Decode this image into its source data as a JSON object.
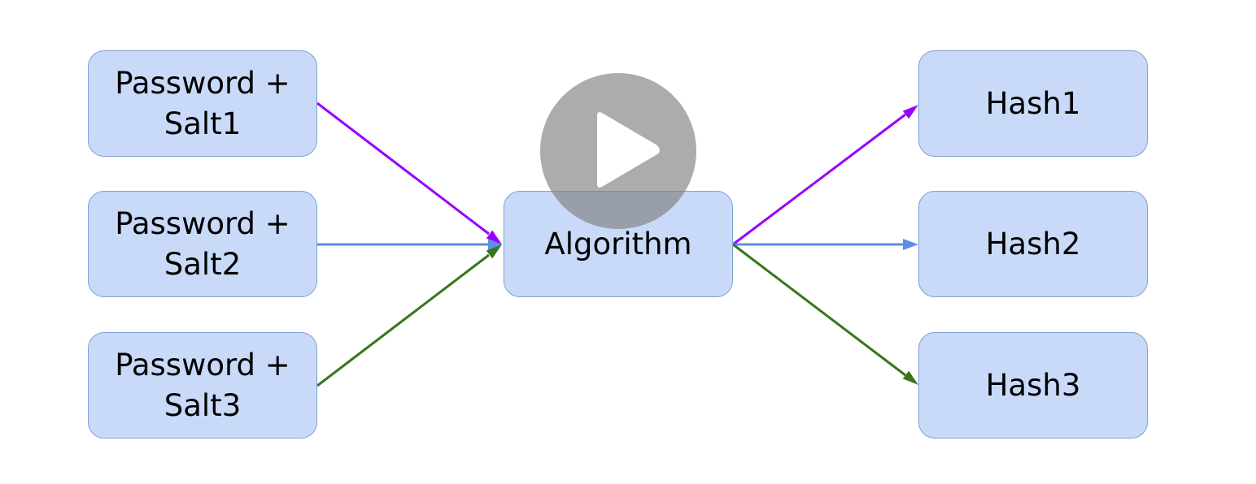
{
  "nodes": {
    "input1": {
      "line1": "Password +",
      "line2": "Salt1"
    },
    "input2": {
      "line1": "Password +",
      "line2": "Salt2"
    },
    "input3": {
      "line1": "Password +",
      "line2": "Salt3"
    },
    "algorithm": {
      "label": "Algorithm"
    },
    "output1": {
      "label": "Hash1"
    },
    "output2": {
      "label": "Hash2"
    },
    "output3": {
      "label": "Hash3"
    }
  },
  "colors": {
    "node_fill": "#c9daf8",
    "node_border": "#7f9fd6",
    "edge_1": "#9900ff",
    "edge_2": "#5b8ee6",
    "edge_3": "#38761d",
    "play_overlay": "#808080"
  },
  "overlay": {
    "icon": "play-icon"
  }
}
